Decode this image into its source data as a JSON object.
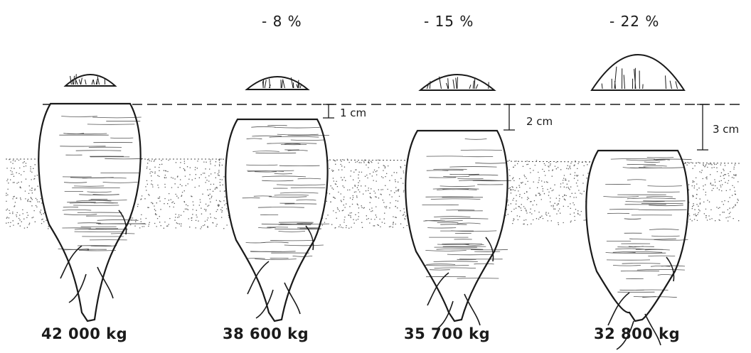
{
  "beets": [
    {
      "reduction": "",
      "depth": "",
      "yield": "42 000 kg"
    },
    {
      "reduction": "- 8 %",
      "depth": "1 cm",
      "yield": "38 600  kg"
    },
    {
      "reduction": "- 15 %",
      "depth": "2 cm",
      "yield": "35 700 kg"
    },
    {
      "reduction": "- 22 %",
      "depth": "3 cm",
      "yield": "32 800 kg"
    }
  ],
  "colors": {
    "ink": "#1a1a1a",
    "paper": "#ffffff"
  }
}
